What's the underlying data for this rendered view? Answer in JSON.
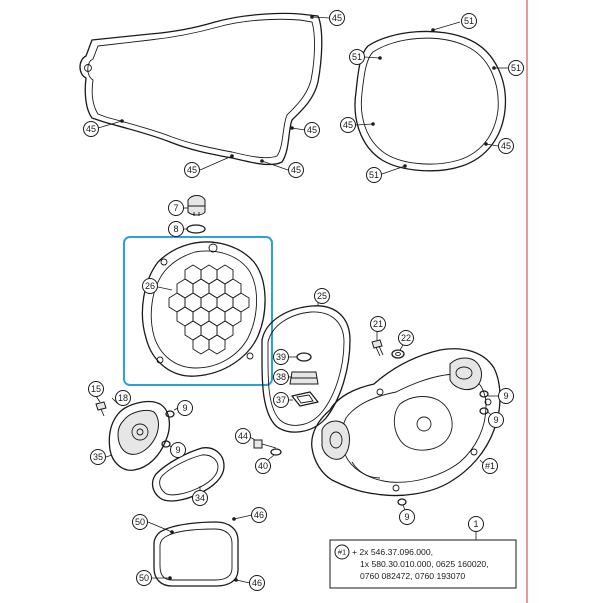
{
  "colors": {
    "highlight_box": "#29a3d6",
    "right_border": "#d9534f",
    "line": "#1a1a1a"
  },
  "callouts": {
    "c45a": "45",
    "c45b": "45",
    "c45c": "45",
    "c45d": "45",
    "c45e": "45",
    "c51a": "51",
    "c51b": "51",
    "c51c": "51",
    "c45f": "45",
    "c45g": "45",
    "c51d": "51",
    "c7": "7",
    "c8": "8",
    "c26": "26",
    "c25": "25",
    "c21": "21",
    "c22": "22",
    "c39": "39",
    "c38": "38",
    "c37": "37",
    "c15": "15",
    "c18": "18",
    "c9a": "9",
    "c9b": "9",
    "c9c": "9",
    "c9d": "9",
    "c9e": "9",
    "c35": "35",
    "c34": "34",
    "c44": "44",
    "c40": "40",
    "c1a": "#1",
    "c50a": "50",
    "c50b": "50",
    "c46a": "46",
    "c46b": "46",
    "c1": "1"
  },
  "note": {
    "ref": "#1",
    "line1": "+ 2x 546.37.096.000,",
    "line2": "1x 580.30.010.000, 0625 160020,",
    "line3": "0760 082472, 0760 193070"
  }
}
